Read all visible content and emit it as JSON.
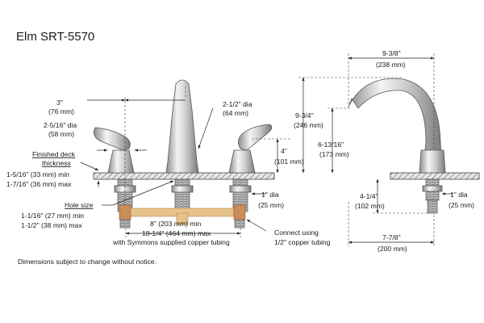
{
  "title": "Elm  SRT-5570",
  "footnote": "Dimensions subject to change without notice.",
  "front_view": {
    "handle_offset": {
      "imperial": "3\"",
      "metric": "(76 mm)"
    },
    "handle_dia": {
      "imperial": "2-5/16\" dia",
      "metric": "(58 mm)"
    },
    "spout_base_dia": {
      "imperial": "2-1/2\" dia",
      "metric": "(64 mm)"
    },
    "handle_height": {
      "imperial": "4\"",
      "metric": "(101 mm)"
    },
    "deck_label_1": "Finished deck",
    "deck_label_2": "thickness",
    "deck_min": "1-5/16\" (33 mm) min",
    "deck_max": "1-7/16\" (36 mm) max",
    "hole_label": "Hole size",
    "hole_min": "1-1/16\" (27 mm) min",
    "hole_max": "1-1/2\" (38 mm) max",
    "shank_dia": {
      "imperial": "1\" dia",
      "metric": "(25 mm)"
    },
    "spread_min": "8\" (203 mm) min",
    "spread_max": "18-1/4\" (464 mm) max",
    "tubing_note": "with Symmons supplied copper tubing",
    "connect_1": "Connect using",
    "connect_2": "1/2\" copper tubing"
  },
  "side_view": {
    "spout_reach": {
      "imperial": "9-3/8\"",
      "metric": "(238 mm)"
    },
    "spout_height": {
      "imperial": "9-3/4\"",
      "metric": "(246 mm)"
    },
    "outlet_height": {
      "imperial": "6-13/16\"",
      "metric": "(173 mm)"
    },
    "shank_length": {
      "imperial": "4-1/4\"",
      "metric": "(102 mm)"
    },
    "shank_dia": {
      "imperial": "1\" dia",
      "metric": "(25 mm)"
    },
    "base_width": {
      "imperial": "7-7/8\"",
      "metric": "(200 mm)"
    }
  }
}
